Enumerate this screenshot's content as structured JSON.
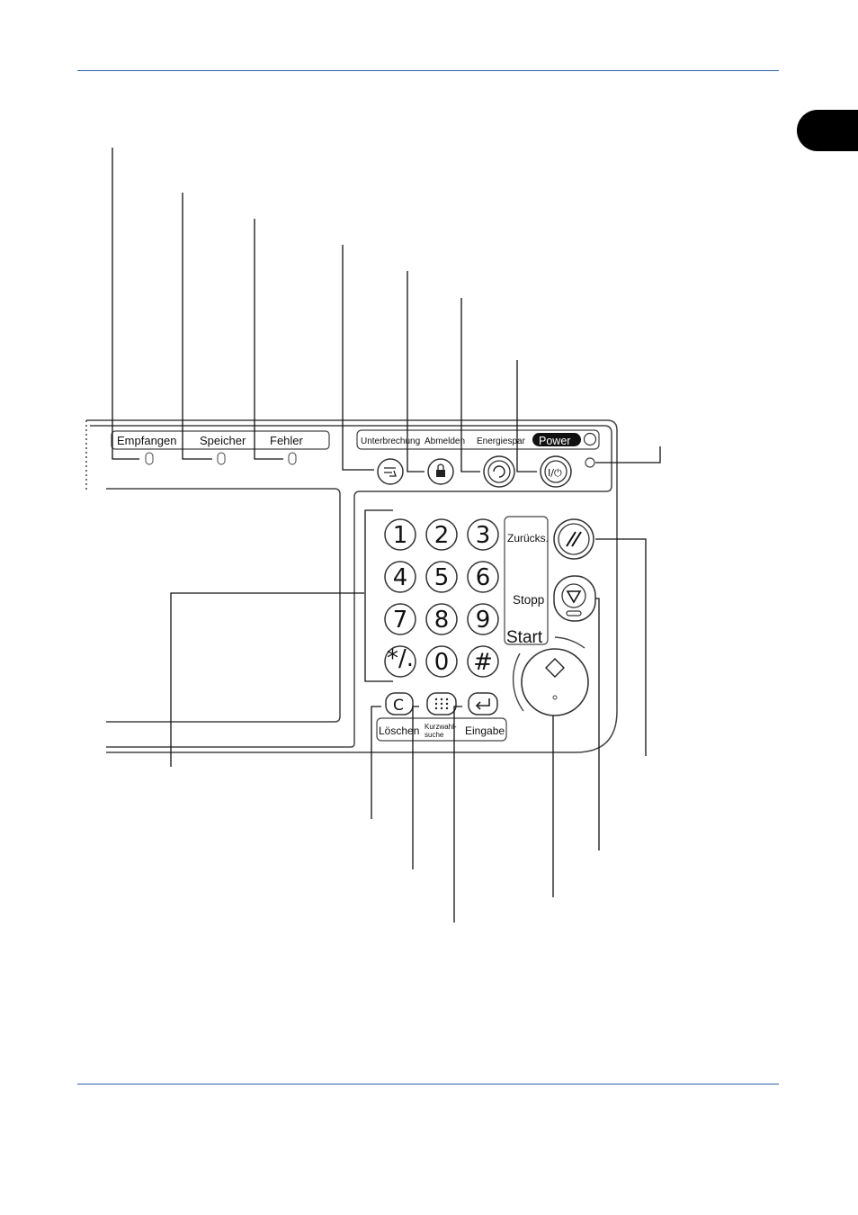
{
  "indicators": {
    "empfangen": "Empfangen",
    "speicher": "Speicher",
    "fehler": "Fehler"
  },
  "top_buttons": {
    "unterbrechung": "Unterbrechung",
    "abmelden": "Abmelden",
    "energiespar": "Energiespar",
    "power": "Power"
  },
  "keypad": [
    "1",
    "2",
    "3",
    "4",
    "5",
    "6",
    "7",
    "8",
    "9",
    "*/.",
    "0",
    "#"
  ],
  "side_labels": {
    "zuruecks": "Zurücks.",
    "stopp": "Stopp",
    "start": "Start"
  },
  "bottom_buttons": {
    "loeschen": "Löschen",
    "kurzwahl_line1": "Kurzwahl-",
    "kurzwahl_line2": "suche",
    "eingabe": "Eingabe"
  },
  "colors": {
    "rule": "#2f5fa8",
    "tab": "#000000",
    "panel_stroke": "#333333"
  }
}
